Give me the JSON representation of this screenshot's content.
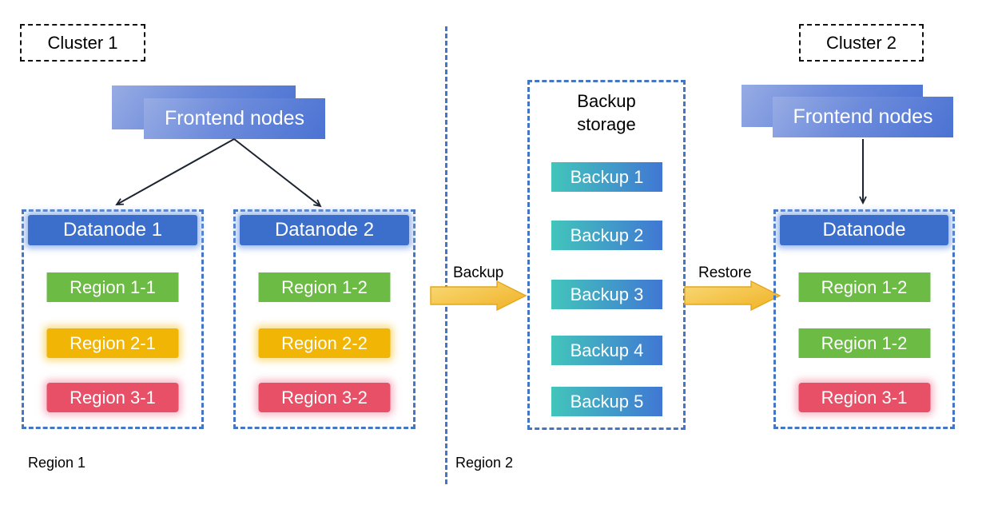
{
  "colors": {
    "dashed_border_blue": "#4576C4",
    "cluster_badge_border": "#111111",
    "datanode_header_blue": "#3C6FCB",
    "frontend_gradient_start": "#97ACE4",
    "frontend_gradient_end": "#4B73D3",
    "region_green": "#6CBB44",
    "region_yellow": "#F1B505",
    "region_red": "#E85068",
    "backup_gradient_start": "#42C5BB",
    "backup_gradient_end": "#4077D4",
    "arrow_yellow_light": "#F9DA78",
    "arrow_yellow_dark": "#F0B125",
    "connector_black": "#1C2431"
  },
  "cluster1": {
    "label": "Cluster 1",
    "frontend_label": "Frontend nodes",
    "datanode1": {
      "title": "Datanode 1",
      "regions": [
        "Region 1-1",
        "Region 2-1",
        "Region 3-1"
      ]
    },
    "datanode2": {
      "title": "Datanode 2",
      "regions": [
        "Region 1-2",
        "Region 2-2",
        "Region 3-2"
      ]
    },
    "footer_label": "Region 1"
  },
  "middle": {
    "backup_arrow_label": "Backup",
    "restore_arrow_label": "Restore",
    "backup_storage": {
      "title": "Backup storage",
      "items": [
        "Backup 1",
        "Backup 2",
        "Backup 3",
        "Backup 4",
        "Backup 5"
      ]
    },
    "footer_label": "Region 2"
  },
  "cluster2": {
    "label": "Cluster 2",
    "frontend_label": "Frontend nodes",
    "datanode": {
      "title": "Datanode",
      "regions": [
        "Region 1-2",
        "Region 1-2",
        "Region 3-1"
      ]
    }
  }
}
